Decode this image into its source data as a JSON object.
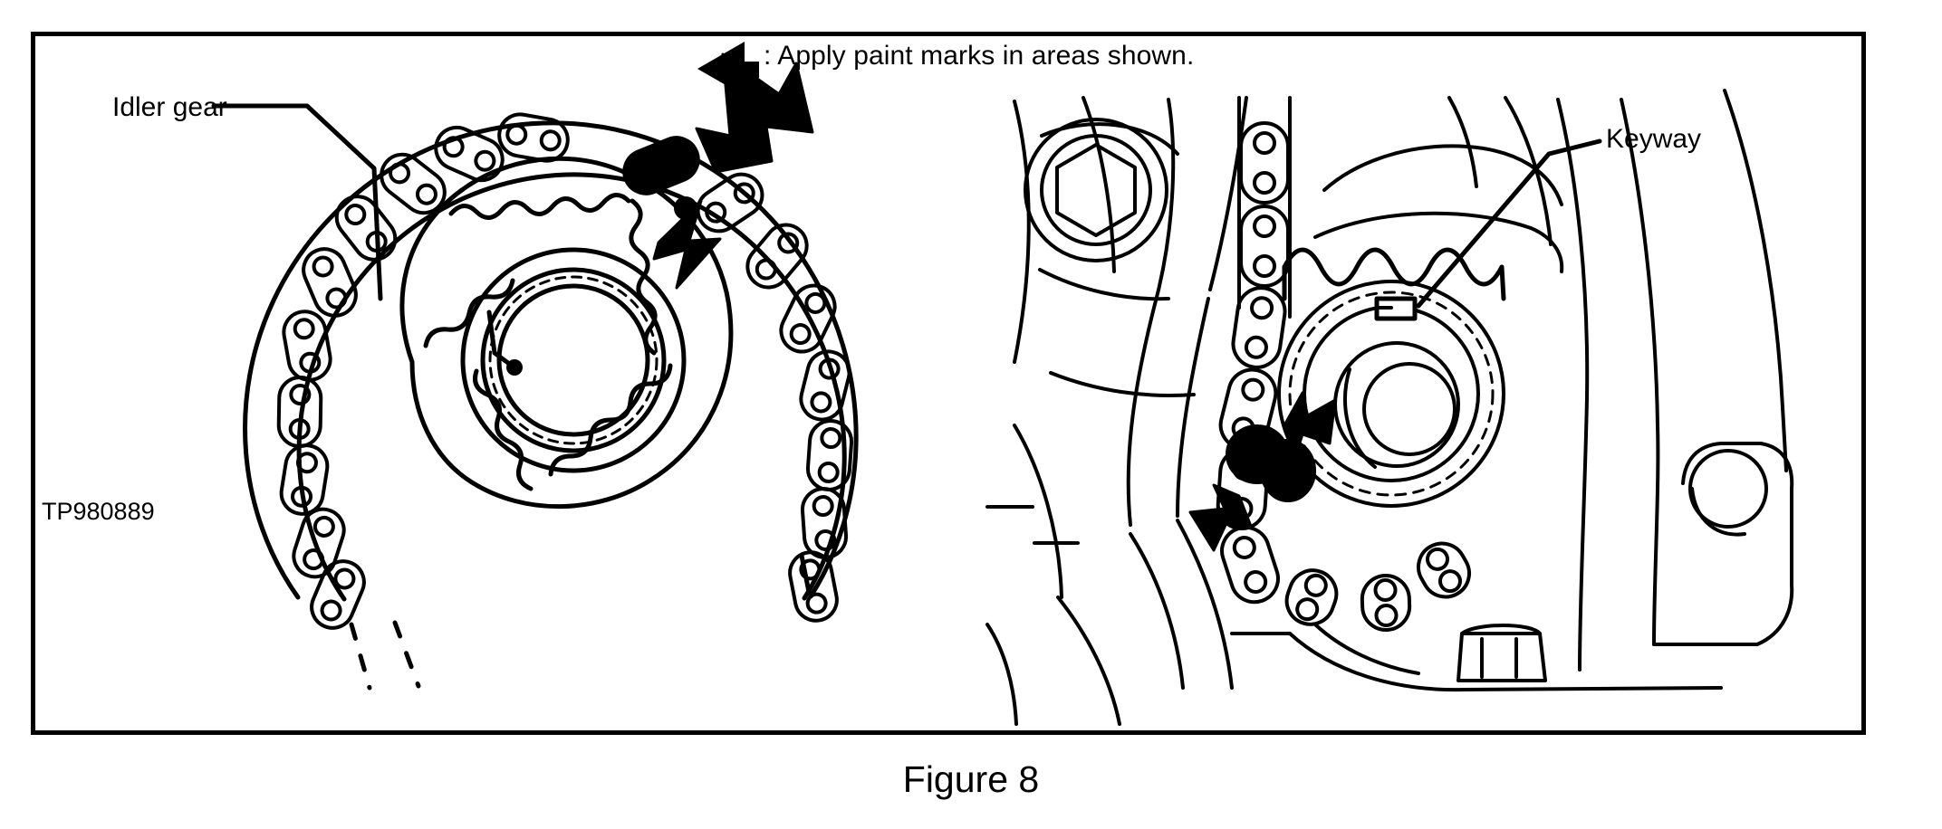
{
  "figure": {
    "caption": "Figure 8",
    "part_number": "TP980889",
    "border_color": "#000000",
    "background_color": "#ffffff",
    "line_color": "#000000"
  },
  "legend": {
    "symbol": "black-arrow-icon",
    "text": ": Apply paint marks in areas shown."
  },
  "labels": {
    "idler_gear": "Idler gear",
    "keyway": "Keyway"
  },
  "left_illustration": {
    "name": "idler-gear-chain-assembly",
    "description": "Timing chain wrapped around idler gear sprocket",
    "paint_marks": 2,
    "arrows": 2
  },
  "right_illustration": {
    "name": "crankshaft-sprocket-assembly",
    "description": "Crankshaft sprocket with keyway and timing chain on engine block",
    "paint_marks": 1,
    "arrows": 2
  }
}
